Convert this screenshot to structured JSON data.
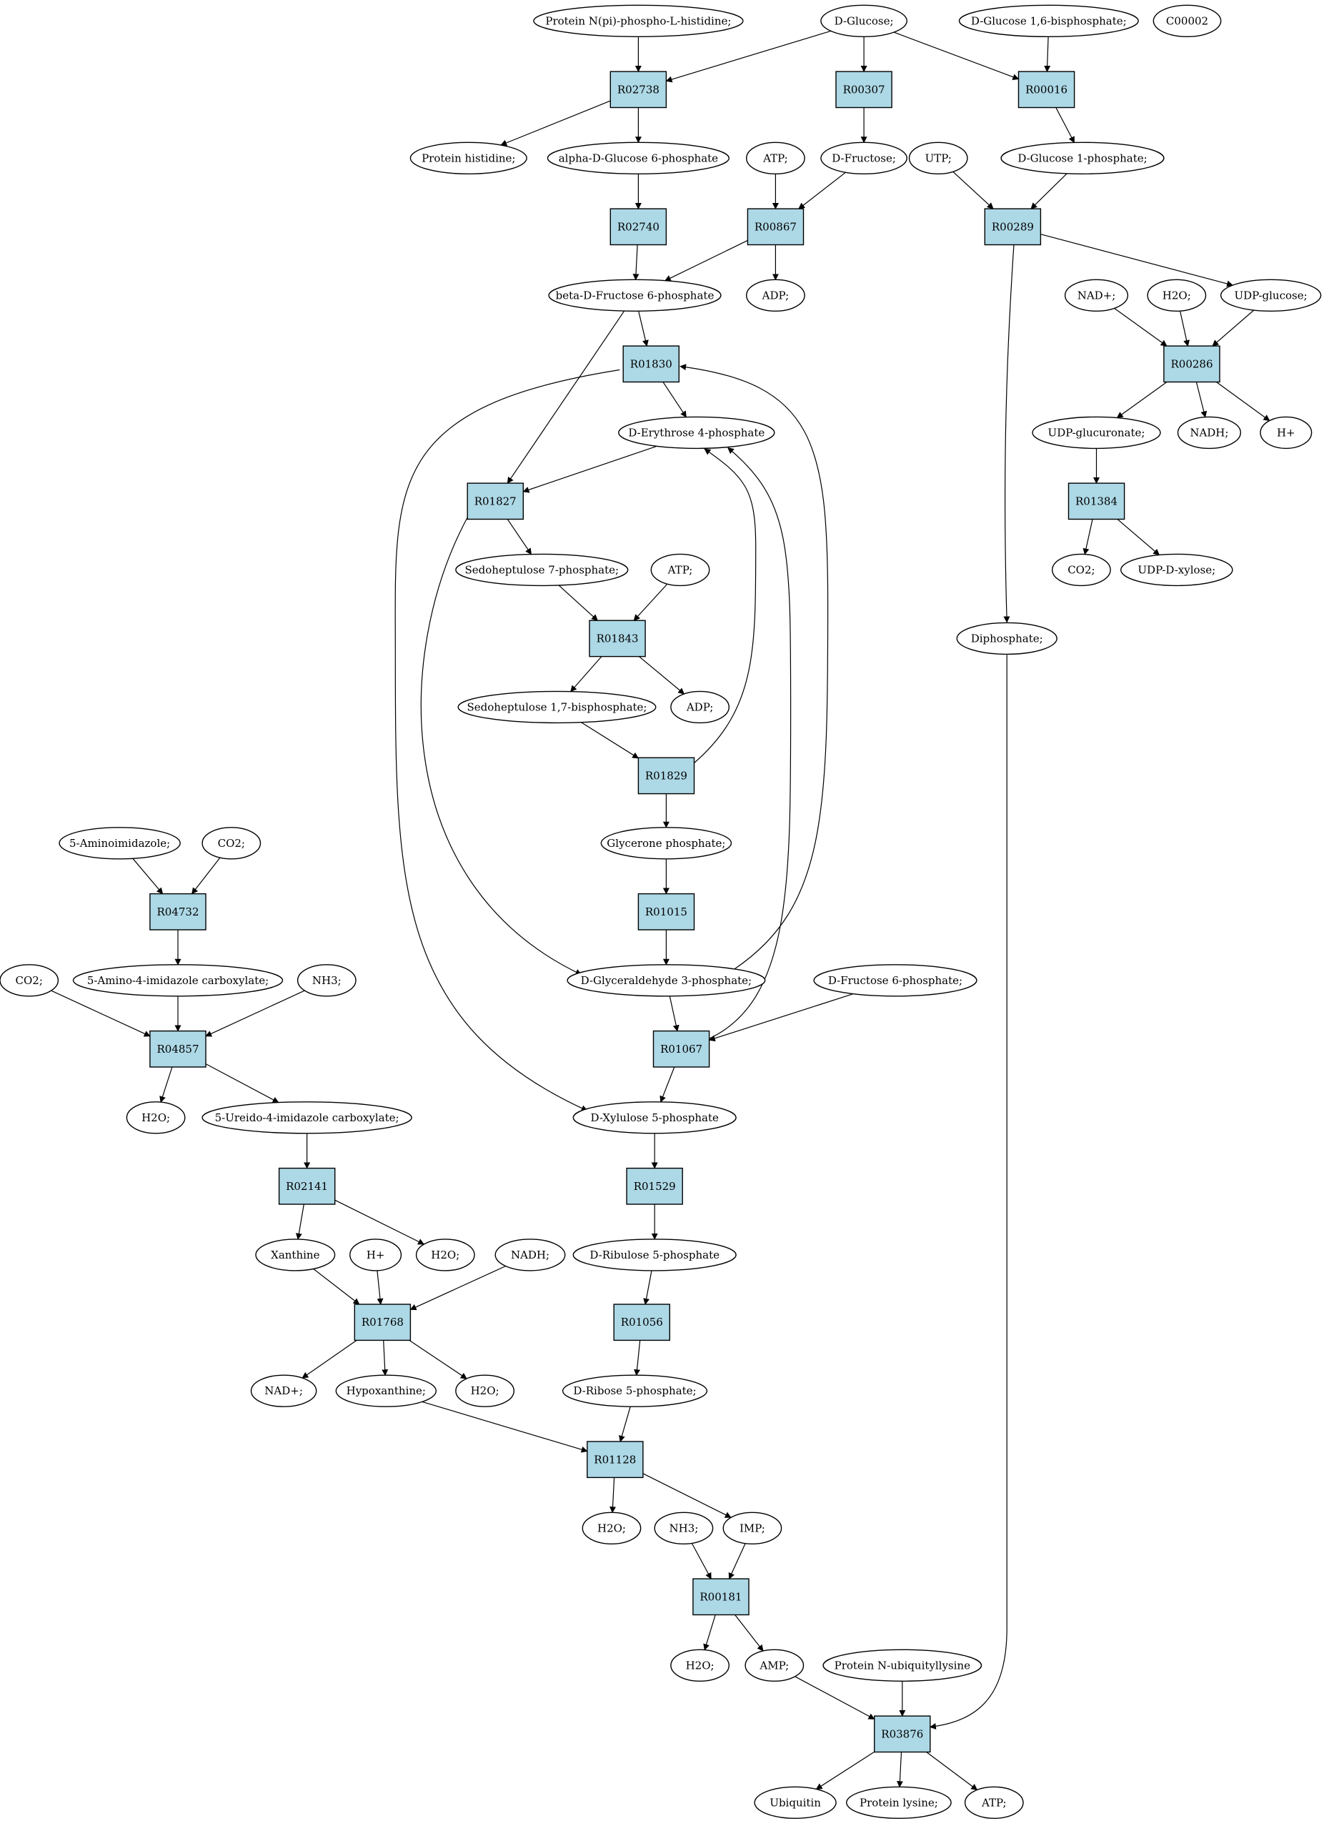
{
  "colors": {
    "reaction_fill": "#add8e6",
    "highlight_start": "#00ff00",
    "highlight_other": "#ffff00",
    "compound_fill": "#ffffff",
    "stroke": "#000000"
  },
  "compounds": [
    {
      "id": "c_protein_nph",
      "label": "Protein N(pi)-phospho-L-histidine;"
    },
    {
      "id": "c_dglucose",
      "label": "D-Glucose;",
      "color": "highlight_start"
    },
    {
      "id": "c_dg16bp",
      "label": "D-Glucose 1,6-bisphosphate;"
    },
    {
      "id": "c_c00002",
      "label": "C00002",
      "color": "highlight_other"
    },
    {
      "id": "c_prot_his",
      "label": "Protein histidine;"
    },
    {
      "id": "c_ag6p",
      "label": "alpha-D-Glucose 6-phosphate"
    },
    {
      "id": "c_atp1",
      "label": "ATP;"
    },
    {
      "id": "c_dfructose",
      "label": "D-Fructose;"
    },
    {
      "id": "c_utp",
      "label": "UTP;"
    },
    {
      "id": "c_dg1p",
      "label": "D-Glucose 1-phosphate;"
    },
    {
      "id": "c_bdf6p",
      "label": "beta-D-Fructose 6-phosphate"
    },
    {
      "id": "c_adp1",
      "label": "ADP;"
    },
    {
      "id": "c_nad_top",
      "label": "NAD+;"
    },
    {
      "id": "c_h2o_top",
      "label": "H2O;"
    },
    {
      "id": "c_udpglc",
      "label": "UDP-glucose;"
    },
    {
      "id": "c_de4p",
      "label": "D-Erythrose 4-phosphate"
    },
    {
      "id": "c_udpglcua",
      "label": "UDP-glucuronate;"
    },
    {
      "id": "c_nadh_top",
      "label": "NADH;"
    },
    {
      "id": "c_hplus_top",
      "label": "H+"
    },
    {
      "id": "c_s7p",
      "label": "Sedoheptulose 7-phosphate;"
    },
    {
      "id": "c_atp2",
      "label": "ATP;"
    },
    {
      "id": "c_co2_right",
      "label": "CO2;"
    },
    {
      "id": "c_udpxyl",
      "label": "UDP-D-xylose;"
    },
    {
      "id": "c_diphos",
      "label": "Diphosphate;"
    },
    {
      "id": "c_s17bp",
      "label": "Sedoheptulose 1,7-bisphosphate;"
    },
    {
      "id": "c_adp2",
      "label": "ADP;"
    },
    {
      "id": "c_glyp",
      "label": "Glycerone phosphate;"
    },
    {
      "id": "c_5ai",
      "label": "5-Aminoimidazole;"
    },
    {
      "id": "c_co2_a",
      "label": "CO2;"
    },
    {
      "id": "c_5a4ic",
      "label": "5-Amino-4-imidazole carboxylate;"
    },
    {
      "id": "c_co2_b",
      "label": "CO2;"
    },
    {
      "id": "c_nh3_a",
      "label": "NH3;"
    },
    {
      "id": "c_dg3p",
      "label": "D-Glyceraldehyde 3-phosphate;"
    },
    {
      "id": "c_df6p",
      "label": "D-Fructose 6-phosphate;"
    },
    {
      "id": "c_h2o_a",
      "label": "H2O;"
    },
    {
      "id": "c_5u4ic",
      "label": "5-Ureido-4-imidazole carboxylate;"
    },
    {
      "id": "c_dx5p",
      "label": "D-Xylulose 5-phosphate"
    },
    {
      "id": "c_xanthine",
      "label": "Xanthine"
    },
    {
      "id": "c_hplus_b",
      "label": "H+"
    },
    {
      "id": "c_h2o_b",
      "label": "H2O;"
    },
    {
      "id": "c_nadh_b",
      "label": "NADH;"
    },
    {
      "id": "c_dru5p",
      "label": "D-Ribulose 5-phosphate"
    },
    {
      "id": "c_nad_b",
      "label": "NAD+;"
    },
    {
      "id": "c_hypox",
      "label": "Hypoxanthine;"
    },
    {
      "id": "c_h2o_c",
      "label": "H2O;"
    },
    {
      "id": "c_dr5p",
      "label": "D-Ribose 5-phosphate;"
    },
    {
      "id": "c_h2o_d",
      "label": "H2O;"
    },
    {
      "id": "c_nh3_b",
      "label": "NH3;"
    },
    {
      "id": "c_imp",
      "label": "IMP;"
    },
    {
      "id": "c_h2o_e",
      "label": "H2O;"
    },
    {
      "id": "c_amp",
      "label": "AMP;"
    },
    {
      "id": "c_pnul",
      "label": "Protein N-ubiquityllysine"
    },
    {
      "id": "c_ubiquitin",
      "label": "Ubiquitin"
    },
    {
      "id": "c_prot_lys",
      "label": "Protein lysine;"
    },
    {
      "id": "c_atp3",
      "label": "ATP;"
    }
  ],
  "reactions": [
    {
      "id": "R02738",
      "label": "R02738"
    },
    {
      "id": "R00307",
      "label": "R00307"
    },
    {
      "id": "R00016",
      "label": "R00016"
    },
    {
      "id": "R02740",
      "label": "R02740"
    },
    {
      "id": "R00867",
      "label": "R00867"
    },
    {
      "id": "R00289",
      "label": "R00289"
    },
    {
      "id": "R01830",
      "label": "R01830"
    },
    {
      "id": "R00286",
      "label": "R00286"
    },
    {
      "id": "R01827",
      "label": "R01827"
    },
    {
      "id": "R01384",
      "label": "R01384"
    },
    {
      "id": "R01843",
      "label": "R01843"
    },
    {
      "id": "R01829",
      "label": "R01829"
    },
    {
      "id": "R04732",
      "label": "R04732"
    },
    {
      "id": "R01015",
      "label": "R01015"
    },
    {
      "id": "R04857",
      "label": "R04857"
    },
    {
      "id": "R01067",
      "label": "R01067"
    },
    {
      "id": "R02141",
      "label": "R02141"
    },
    {
      "id": "R01529",
      "label": "R01529"
    },
    {
      "id": "R01768",
      "label": "R01768"
    },
    {
      "id": "R01056",
      "label": "R01056"
    },
    {
      "id": "R01128",
      "label": "R01128"
    },
    {
      "id": "R00181",
      "label": "R00181"
    },
    {
      "id": "R03876",
      "label": "R03876"
    }
  ],
  "edges": [
    [
      "c_protein_nph",
      "R02738"
    ],
    [
      "c_dglucose",
      "R02738"
    ],
    [
      "c_dglucose",
      "R00307"
    ],
    [
      "c_dglucose",
      "R00016"
    ],
    [
      "c_dg16bp",
      "R00016"
    ],
    [
      "R02738",
      "c_prot_his"
    ],
    [
      "R02738",
      "c_ag6p"
    ],
    [
      "R00307",
      "c_dfructose"
    ],
    [
      "R00016",
      "c_dg1p"
    ],
    [
      "c_ag6p",
      "R02740"
    ],
    [
      "c_atp1",
      "R00867"
    ],
    [
      "c_dfructose",
      "R00867"
    ],
    [
      "c_utp",
      "R00289"
    ],
    [
      "c_dg1p",
      "R00289"
    ],
    [
      "R02740",
      "c_bdf6p"
    ],
    [
      "R00867",
      "c_bdf6p"
    ],
    [
      "R00867",
      "c_adp1"
    ],
    [
      "R00289",
      "c_udpglc"
    ],
    [
      "R00289",
      "c_diphos"
    ],
    [
      "c_bdf6p",
      "R01830"
    ],
    [
      "c_bdf6p",
      "R01827"
    ],
    [
      "c_nad_top",
      "R00286"
    ],
    [
      "c_h2o_top",
      "R00286"
    ],
    [
      "c_udpglc",
      "R00286"
    ],
    [
      "R01830",
      "c_de4p"
    ],
    [
      "R01830",
      "c_dx5p"
    ],
    [
      "R00286",
      "c_udpglcua"
    ],
    [
      "R00286",
      "c_nadh_top"
    ],
    [
      "R00286",
      "c_hplus_top"
    ],
    [
      "c_de4p",
      "R01827"
    ],
    [
      "c_udpglcua",
      "R01384"
    ],
    [
      "R01827",
      "c_s7p"
    ],
    [
      "R01827",
      "c_dg3p"
    ],
    [
      "R01384",
      "c_co2_right"
    ],
    [
      "R01384",
      "c_udpxyl"
    ],
    [
      "c_s7p",
      "R01843"
    ],
    [
      "c_atp2",
      "R01843"
    ],
    [
      "R01843",
      "c_s17bp"
    ],
    [
      "R01843",
      "c_adp2"
    ],
    [
      "c_s17bp",
      "R01829"
    ],
    [
      "R01829",
      "c_glyp"
    ],
    [
      "R01829",
      "c_de4p"
    ],
    [
      "c_glyp",
      "R01015"
    ],
    [
      "R01015",
      "c_dg3p"
    ],
    [
      "c_dg3p",
      "R01830"
    ],
    [
      "c_dg3p",
      "R01067"
    ],
    [
      "c_df6p",
      "R01067"
    ],
    [
      "R01067",
      "c_de4p"
    ],
    [
      "R01067",
      "c_dx5p"
    ],
    [
      "c_5ai",
      "R04732"
    ],
    [
      "c_co2_a",
      "R04732"
    ],
    [
      "R04732",
      "c_5a4ic"
    ],
    [
      "c_co2_b",
      "R04857"
    ],
    [
      "c_5a4ic",
      "R04857"
    ],
    [
      "c_nh3_a",
      "R04857"
    ],
    [
      "R04857",
      "c_h2o_a"
    ],
    [
      "R04857",
      "c_5u4ic"
    ],
    [
      "c_5u4ic",
      "R02141"
    ],
    [
      "c_dx5p",
      "R01529"
    ],
    [
      "R02141",
      "c_xanthine"
    ],
    [
      "R02141",
      "c_h2o_b"
    ],
    [
      "R01529",
      "c_dru5p"
    ],
    [
      "c_xanthine",
      "R01768"
    ],
    [
      "c_hplus_b",
      "R01768"
    ],
    [
      "c_nadh_b",
      "R01768"
    ],
    [
      "c_dru5p",
      "R01056"
    ],
    [
      "R01768",
      "c_nad_b"
    ],
    [
      "R01768",
      "c_hypox"
    ],
    [
      "R01768",
      "c_h2o_c"
    ],
    [
      "R01056",
      "c_dr5p"
    ],
    [
      "c_hypox",
      "R01128"
    ],
    [
      "c_dr5p",
      "R01128"
    ],
    [
      "R01128",
      "c_h2o_d"
    ],
    [
      "R01128",
      "c_imp"
    ],
    [
      "c_nh3_b",
      "R00181"
    ],
    [
      "c_imp",
      "R00181"
    ],
    [
      "R00181",
      "c_h2o_e"
    ],
    [
      "R00181",
      "c_amp"
    ],
    [
      "c_amp",
      "R03876"
    ],
    [
      "c_pnul",
      "R03876"
    ],
    [
      "c_diphos",
      "R03876"
    ],
    [
      "R03876",
      "c_ubiquitin"
    ],
    [
      "R03876",
      "c_prot_lys"
    ],
    [
      "R03876",
      "c_atp3"
    ]
  ]
}
